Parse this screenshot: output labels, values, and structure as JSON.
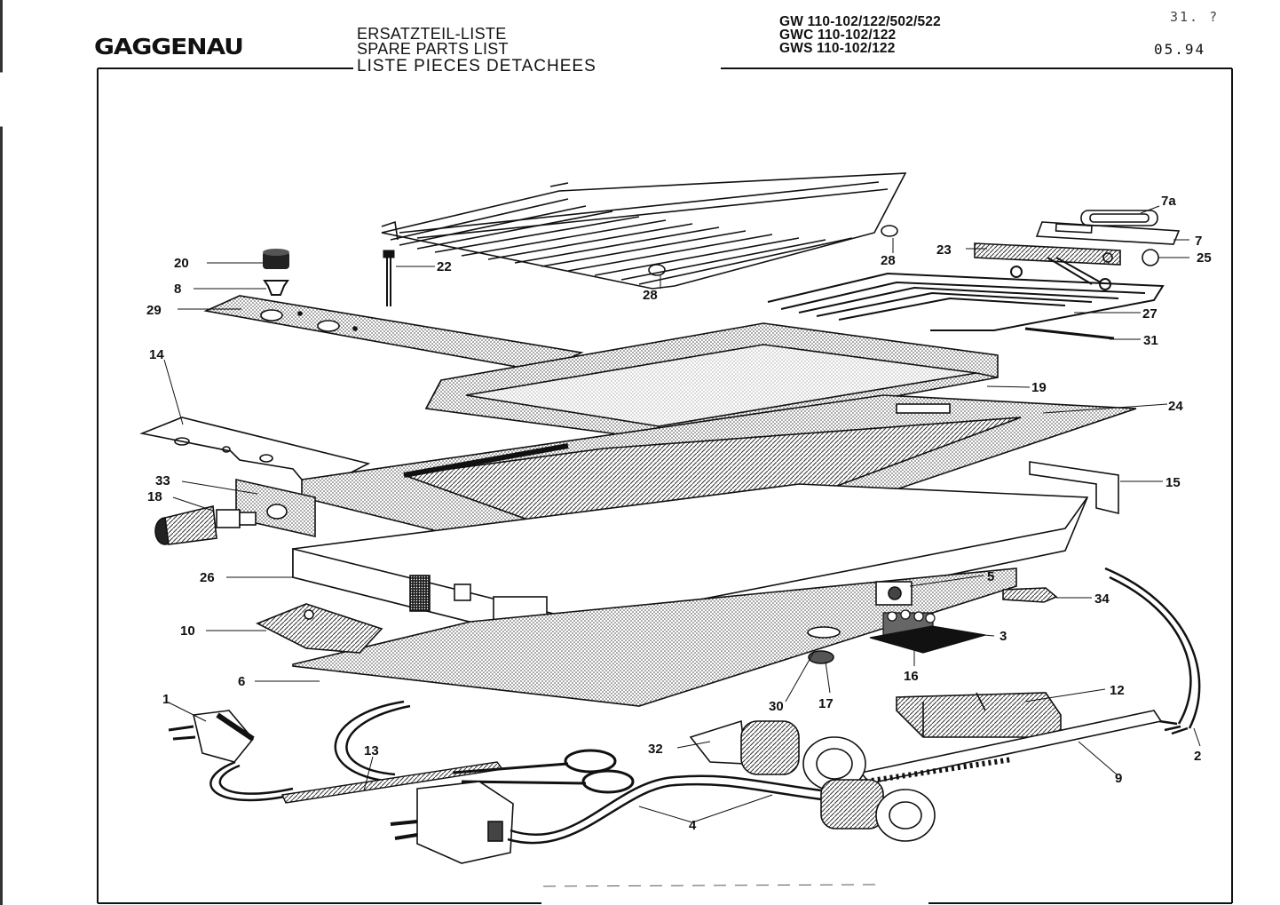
{
  "header": {
    "brand": "GAGGENAU",
    "title_de": "ERSATZTEIL-LISTE",
    "title_en": "SPARE PARTS LIST",
    "title_fr": "LISTE PIECES DETACHEES",
    "models": [
      "GW   110-102/122/502/522",
      "GWC 110-102/122",
      "GWS 110-102/122"
    ],
    "stamp_page": "31. ?",
    "stamp_date": "05.94"
  },
  "callouts": [
    "1",
    "2",
    "3",
    "4",
    "5",
    "6",
    "7",
    "7a",
    "8",
    "9",
    "10",
    "12",
    "13",
    "14",
    "15",
    "16",
    "17",
    "18",
    "19",
    "20",
    "22",
    "23",
    "24",
    "25",
    "26",
    "27",
    "28",
    "28",
    "29",
    "30",
    "31",
    "32",
    "33",
    "34"
  ]
}
